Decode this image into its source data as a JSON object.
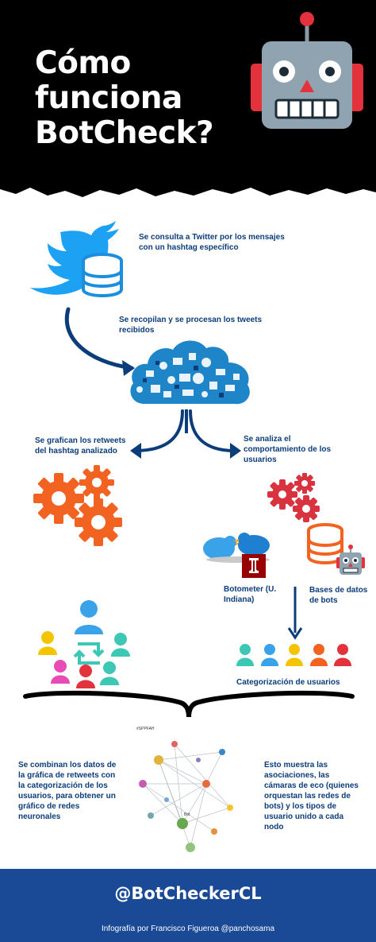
{
  "header": {
    "title_line1": "Cómo",
    "title_line2": "funciona",
    "title_line3": "BotCheck?"
  },
  "steps": {
    "twitter_query": "Se consulta a Twitter por los mensajes con un hashtag específico",
    "collect_process": "Se recopilan y se procesan los tweets recibidos",
    "graph_retweets": "Se grafican los retweets del hashtag analizado",
    "analyze_behavior": "Se analiza el comportamiento de los usuarios",
    "botometer": "Botometer (U. Indiana)",
    "bot_databases": "Bases de datos de bots",
    "user_categorization": "Categorización de usuarios",
    "combine_data": "Se combinan los datos de la gráfica de retweets con la categorización de los usuarios, para obtener un gráfico de redes neuronales",
    "shows_associations": "Esto muestra las asociaciones, las cámaras de eco (quienes orquestan las redes de bots) y los tipos de usuario unido a cada nodo"
  },
  "network_graph": {
    "label_1": "#SPPFAH",
    "label_2": "Bot"
  },
  "footer": {
    "handle": "@BotCheckerCL",
    "credit": "Infografía por Francisco Figueroa @panchosama"
  },
  "colors": {
    "header_bg": "#000000",
    "text_blue": "#0b3d7a",
    "twitter_blue": "#1da1f2",
    "gear_orange": "#f26322",
    "gear_red": "#d9333f",
    "footer_bg": "#1a4a95"
  },
  "icons": [
    "robot-icon",
    "twitter-bird-icon",
    "database-icon",
    "cloud-icon",
    "gear-icon",
    "indiana-logo-icon",
    "user-icon",
    "retweet-icon"
  ]
}
